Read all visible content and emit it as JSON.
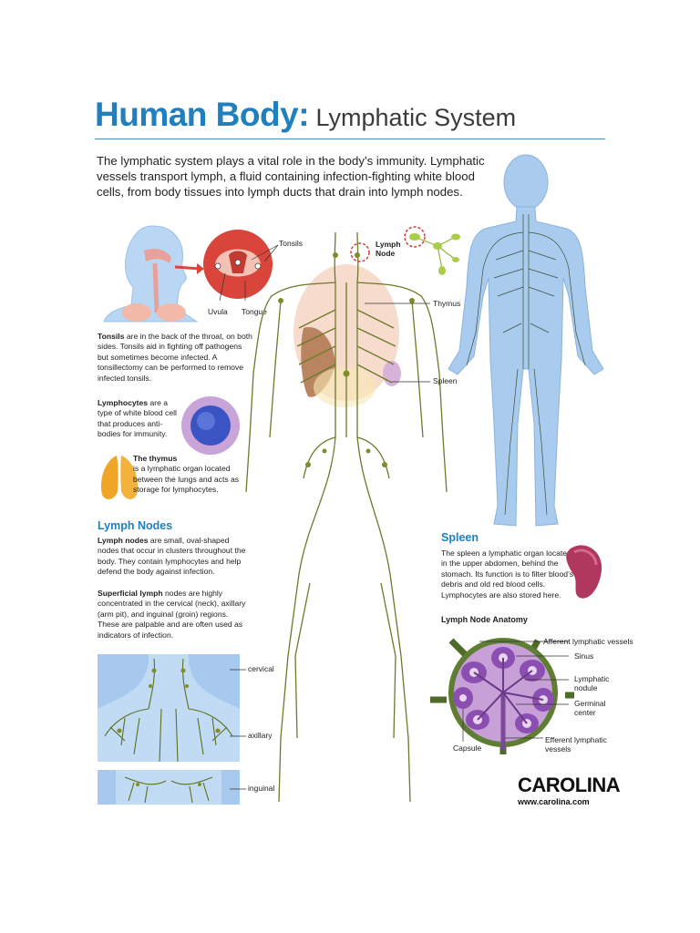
{
  "header": {
    "title_main": "Human Body",
    "title_sep": ":",
    "title_sub": " Lymphatic System"
  },
  "intro": "The lymphatic system plays a vital role in the body’s immunity. Lymphatic vessels transport lymph, a fluid containing infection-fighting white blood cells, from body tissues into lymph ducts that drain into lymph nodes.",
  "labels": {
    "tonsils": "Tonsils",
    "uvula": "Uvula",
    "tongue": "Tongue",
    "lymph_node": "Lymph\nNode",
    "thymus": "Thymus",
    "spleen": "Spleen",
    "cervical": "cervical",
    "axillary": "axillary",
    "inguinal": "inguinal"
  },
  "tonsils_text": {
    "term": "Tonsils",
    "body": " are in the back of the throat, on both sides. Tonsils aid in fighting off pathogens but sometimes become infected. A tonsillectomy can be performed to remove infected tonsils."
  },
  "lymphocytes_text": {
    "term": "Lymphocytes",
    "body": " are a type of white blood cell that produces anti-bodies for immunity."
  },
  "thymus_text": {
    "term": "The thymus",
    "body": "is a lymphatic organ located between the lungs and acts as storage for lymphocytes."
  },
  "lymph_nodes": {
    "heading": "Lymph Nodes",
    "p1_term": "Lymph nodes",
    "p1_body": " are small, oval-shaped nodes that occur in clusters throughout the body. They contain lymphocytes and help defend the body against infection.",
    "p2_term": "Superficial lymph",
    "p2_body": " nodes are highly concentrated in the cervical (neck), axillary (arm pit), and inguinal (groin) regions. These are palpable and are often used as indicators of infection."
  },
  "spleen_section": {
    "heading": "Spleen",
    "body": "The spleen a lymphatic organ located in the upper abdomen, behind the stomach. Its function is to filter blood’s debris and old red blood cells. Lymphocytes are also stored here."
  },
  "anatomy": {
    "heading": "Lymph Node Anatomy",
    "afferent": "Afferent lymphatic vessels",
    "sinus": "Sinus",
    "nodule": "Lymphatic\nnodule",
    "germinal": "Germinal\ncenter",
    "efferent": "Efferent lymphatic\nvessels",
    "capsule": "Capsule"
  },
  "brand": {
    "logo": "CAROLINA",
    "url": "www.carolina.com"
  },
  "colors": {
    "title_blue": "#1f7fbf",
    "vessel_green": "#6b7a2a",
    "body_blue": "#a9cbee",
    "organ_pink": "#e8a4a0",
    "node_purple": "#9a64c0"
  }
}
